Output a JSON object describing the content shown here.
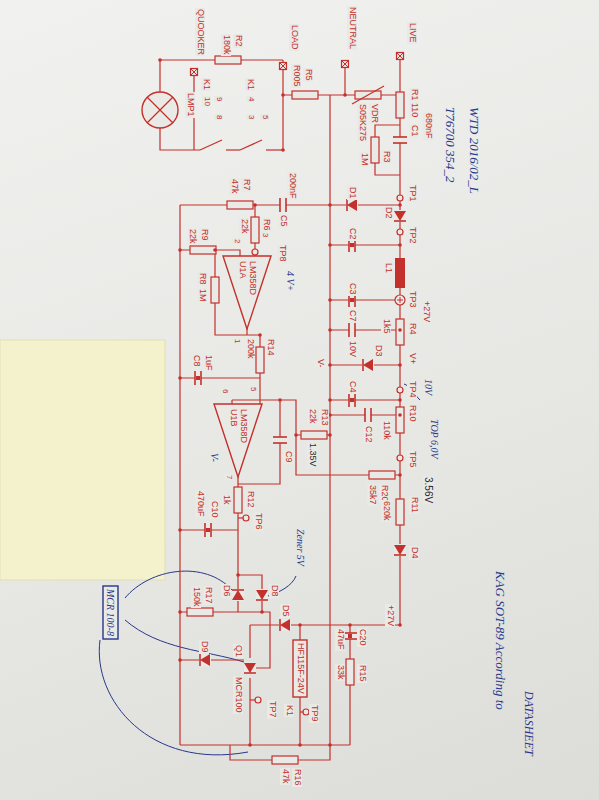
{
  "diagram": {
    "nodes": [
      {
        "text": [
          "LM358D",
          "U1A"
        ]
      },
      {
        "text": [
          "LM358D",
          "U1B"
        ]
      },
      {
        "text": [
          "HF115F-24V"
        ]
      },
      {
        "text": [
          "MCR 100-8"
        ]
      }
    ],
    "labels": [
      "LIVE",
      "NEUTRAL",
      "LOAD",
      "QUOOKER",
      "R2",
      "180k",
      "LMP1",
      "K1",
      "9",
      "10",
      "8",
      "K1",
      "4",
      "3",
      "5",
      "R5",
      "R005",
      "S05K275",
      "VDR",
      "R1",
      "110",
      "C1",
      "680nF",
      "R3",
      "1M",
      "D1",
      "TP1",
      "D2",
      "TP2",
      "C2",
      "L1",
      "C3",
      "TP3",
      "+27V",
      "C7",
      "R4",
      "1k5",
      "10V",
      "D3",
      "V+",
      "V-",
      "C4",
      "TP4",
      "10V",
      "C12",
      "R10",
      "110k",
      "TOP 6,0V",
      "22k",
      "R13",
      "1.35V",
      "TP5",
      "R20",
      "35k7",
      "3.56V",
      "R11",
      "620k",
      "D4",
      "200nF",
      "C5",
      "R7",
      "47k",
      "R6",
      "22k",
      "TP8",
      "R9",
      "22k",
      "R8",
      "1M",
      "2",
      "3",
      "1",
      "R14",
      "200k",
      "C8",
      "1uF",
      "5",
      "6",
      "7",
      "C9",
      "V-",
      "R12",
      "1k",
      "TP6",
      "C10",
      "470uF",
      "D6",
      "D8",
      "Zener 5V",
      "R17",
      "150k",
      "D9",
      "Q1",
      "MCR100",
      "TP7",
      "D5",
      "C20",
      "47uF",
      "+27V",
      "K1",
      "R15",
      "33k",
      "TP9",
      "R16",
      "47k",
      "T76700 354_2",
      "WTD 2016/02_L",
      "KAG SOT-89 According to",
      "DATASHEET",
      "4 V+"
    ]
  }
}
